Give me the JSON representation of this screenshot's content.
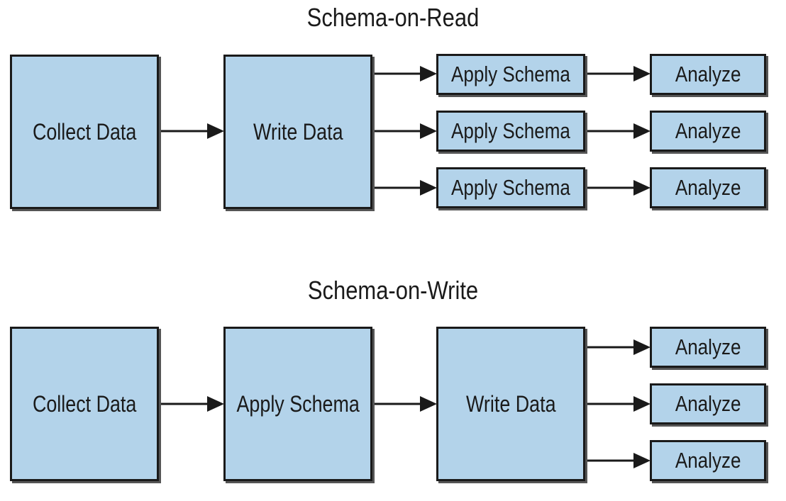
{
  "read": {
    "title": "Schema-on-Read",
    "collect": "Collect Data",
    "write": "Write Data",
    "apply": [
      "Apply Schema",
      "Apply Schema",
      "Apply Schema"
    ],
    "analyze": [
      "Analyze",
      "Analyze",
      "Analyze"
    ]
  },
  "write": {
    "title": "Schema-on-Write",
    "collect": "Collect Data",
    "apply": "Apply Schema",
    "write": "Write Data",
    "analyze": [
      "Analyze",
      "Analyze",
      "Analyze"
    ]
  },
  "colors": {
    "box_fill": "#b3d3ea",
    "stroke": "#1a1a1a"
  }
}
